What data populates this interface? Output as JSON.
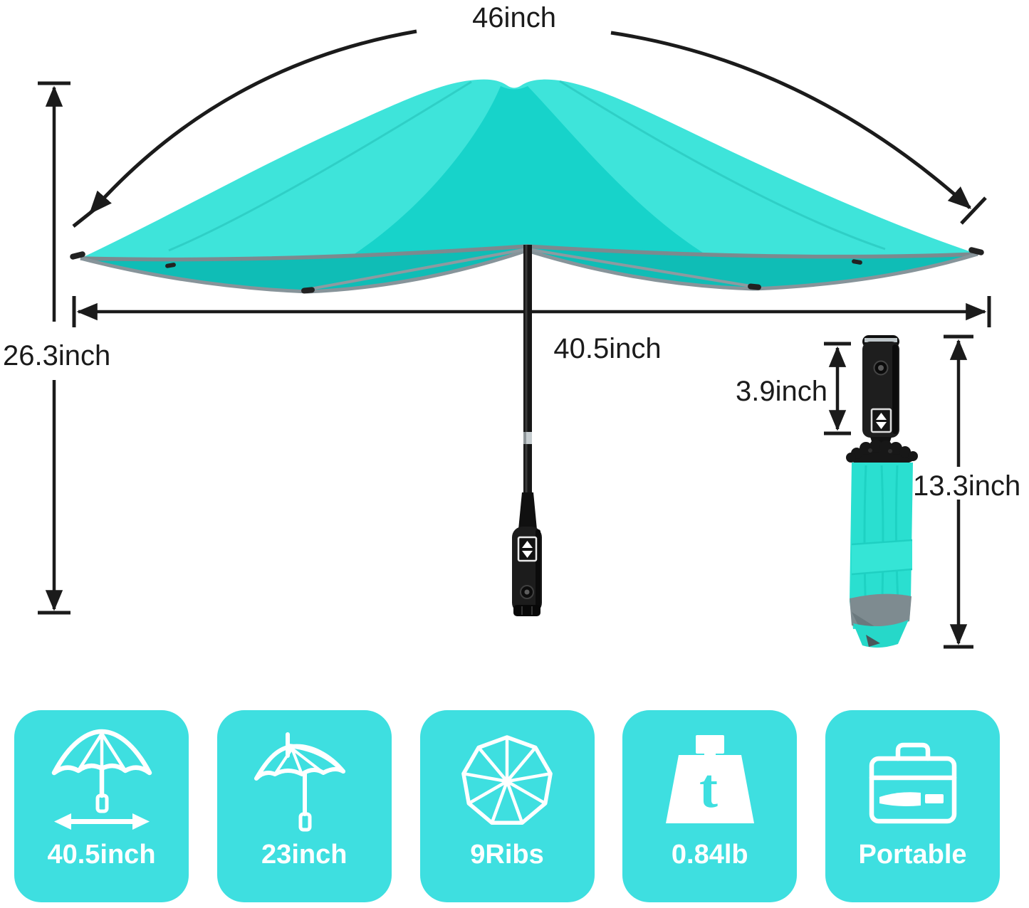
{
  "measurements": {
    "arc_width": "46inch",
    "open_height": "26.3inch",
    "canopy_diameter": "40.5inch",
    "handle_length": "3.9inch",
    "folded_length": "13.3inch"
  },
  "features": [
    {
      "name": "canopy-width",
      "label": "40.5inch",
      "icon": "open-umbrella-width-icon"
    },
    {
      "name": "umbrella-length",
      "label": "23inch",
      "icon": "tilted-umbrella-icon"
    },
    {
      "name": "rib-count",
      "label": "9Ribs",
      "icon": "nine-ribs-top-view-icon"
    },
    {
      "name": "weight",
      "label": "0.84lb",
      "icon": "weight-icon",
      "glyph": "t"
    },
    {
      "name": "portability",
      "label": "Portable",
      "icon": "briefcase-umbrella-icon"
    }
  ],
  "colors": {
    "canopy_light": "#3EE4DA",
    "canopy_dark": "#17D3CA",
    "canopy_under": "#0FBDB6",
    "trim_gray": "#7C8A8F",
    "badge_teal": "#3EDFE0",
    "arrow_black": "#1B1B1B",
    "icon_white": "#FFFFFF"
  }
}
